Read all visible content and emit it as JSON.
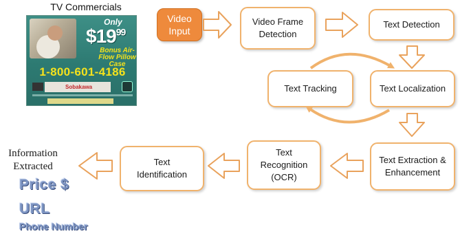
{
  "tv": {
    "title": "TV Commercials",
    "ad": {
      "only": "Only",
      "price": "$19",
      "price_cents": "99",
      "bonus": "Bonus Air-Flow Pillow Case",
      "phone": "1-800-601-4186",
      "brand": "Sobakawa"
    }
  },
  "pipeline": {
    "video_input": "Video Input",
    "frame_detection": "Video Frame Detection",
    "text_detection": "Text Detection",
    "text_localization": "Text Localization",
    "text_tracking": "Text Tracking",
    "text_extraction": "Text Extraction & Enhancement",
    "text_recognition": "Text Recognition (OCR)",
    "text_identification": "Text Identification"
  },
  "output": {
    "label": "Information Extracted",
    "items": [
      "Price $",
      "URL",
      "Phone Number"
    ]
  },
  "colors": {
    "box_border": "#f0b26c",
    "arrow_fill": "#ffffff",
    "arrow_stroke": "#e9a25c",
    "input_fill": "#ee8a3c",
    "fancy_text": "#7d94c2"
  }
}
